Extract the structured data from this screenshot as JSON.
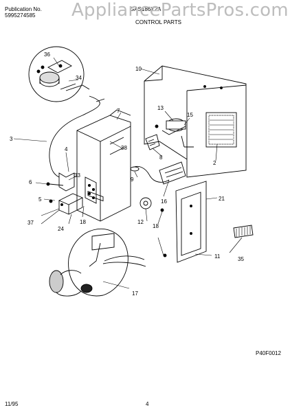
{
  "header": {
    "publication_label": "Publication No.",
    "publication_number": "5995274585",
    "model": "GAS186Y2A",
    "section_title": "CONTROL PARTS"
  },
  "watermark": "AppliancePartsPros.com",
  "callouts": [
    "36",
    "34",
    "10",
    "7",
    "13",
    "15",
    "3",
    "4",
    "38",
    "33",
    "8",
    "2",
    "6",
    "9",
    "5",
    "16",
    "21",
    "12",
    "37",
    "24",
    "18",
    "18",
    "35",
    "11",
    "17"
  ],
  "footer": {
    "figure_code": "P40F0012",
    "date": "11/95",
    "page": "4"
  }
}
